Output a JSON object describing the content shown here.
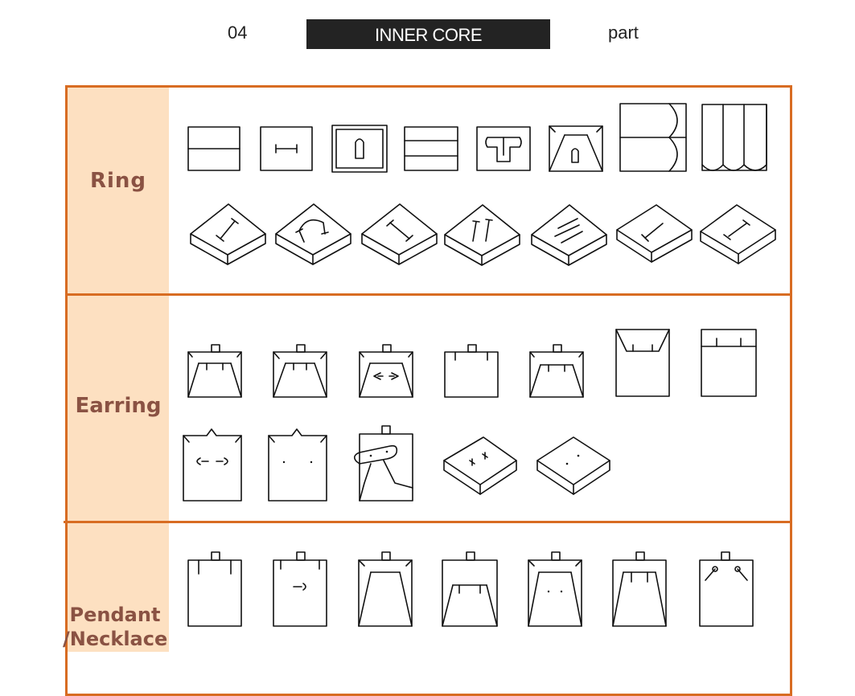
{
  "header": {
    "number": "04",
    "title": "INNER CORE",
    "suffix": "part"
  },
  "categories": {
    "ring": "Ring",
    "earring": "Earring",
    "pendant": "Pendant\n/Necklace"
  },
  "colors": {
    "accent": "#d86c22",
    "category_bg": "#fde0c1",
    "category_text": "#8a5243",
    "header_bar": "#232323"
  }
}
